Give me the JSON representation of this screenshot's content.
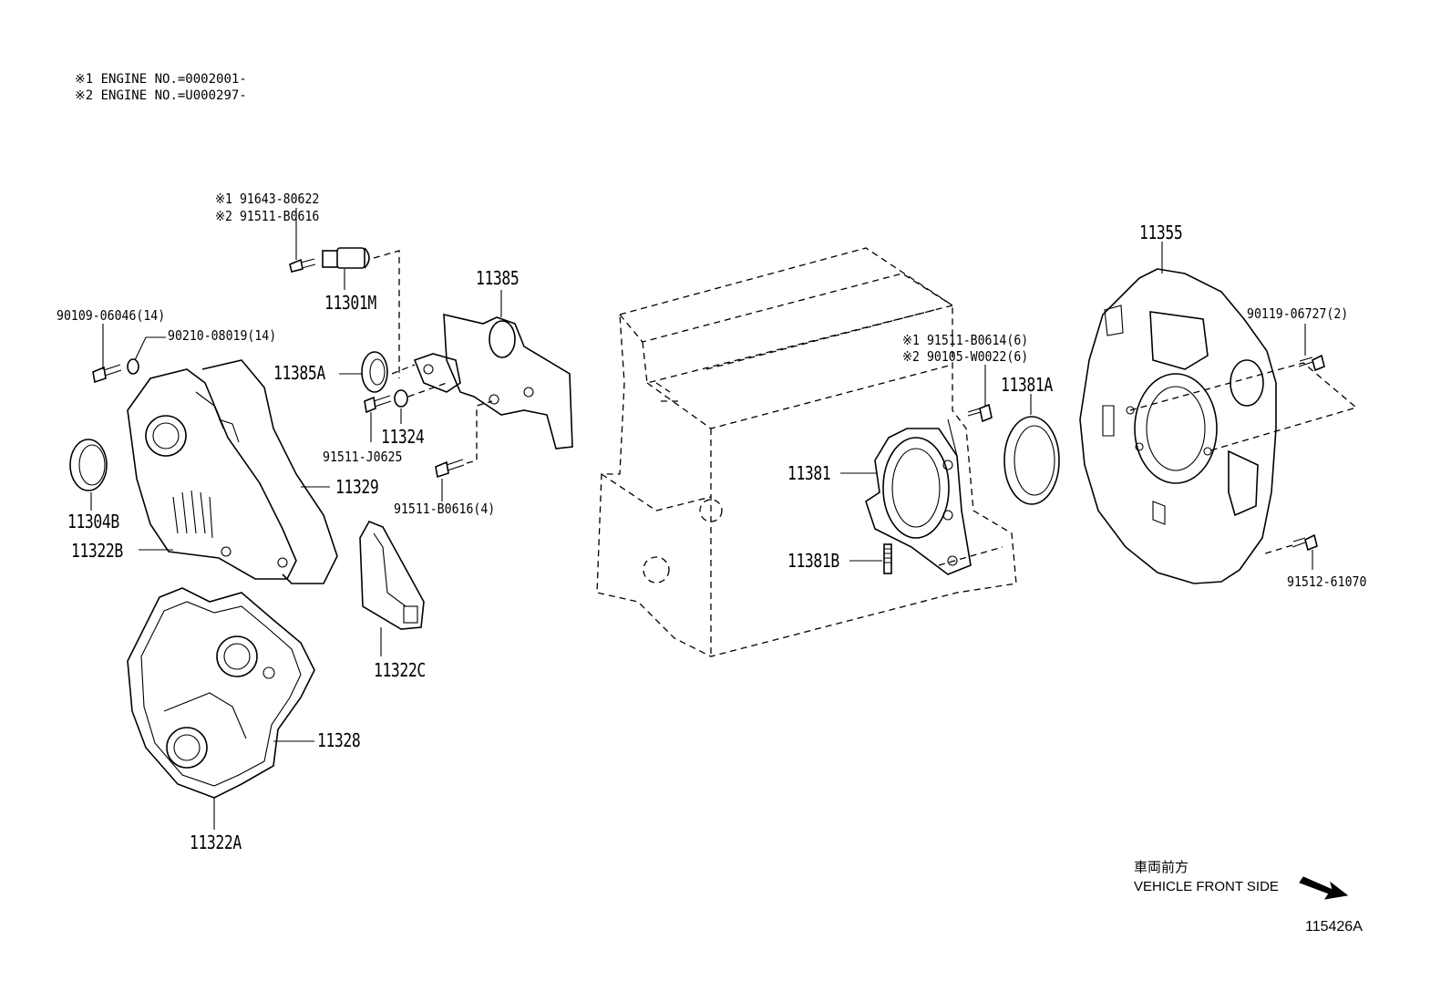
{
  "notes": {
    "line1": "※1 ENGINE NO.=0002001-",
    "line2": "※2 ENGINE NO.=U000297-"
  },
  "labels": {
    "p_91643": "※1  91643-80622",
    "p_91511_b0616_alt": "※2  91511-B0616",
    "p_11301m": "11301M",
    "p_90109": "90109-06046(14)",
    "p_90210": "90210-08019(14)",
    "p_11385": "11385",
    "p_11385a": "11385A",
    "p_11324": "11324",
    "p_91511_j0625": "91511-J0625",
    "p_11329": "11329",
    "p_91511_b0616_4": "91511-B0616(4)",
    "p_11304b": "11304B",
    "p_11322b": "11322B",
    "p_11322c": "11322C",
    "p_11328": "11328",
    "p_11322a": "11322A",
    "p_91511_b0614": "※1  91511-B0614(6)",
    "p_90105": "※2  90105-W0022(6)",
    "p_11381a": "11381A",
    "p_11381": "11381",
    "p_11381b": "11381B",
    "p_11355": "11355",
    "p_90119": "90119-06727(2)",
    "p_91512": "91512-61070"
  },
  "direction": {
    "jp": "車両前方",
    "en": "VEHICLE FRONT SIDE"
  },
  "figure_id": "115426A"
}
